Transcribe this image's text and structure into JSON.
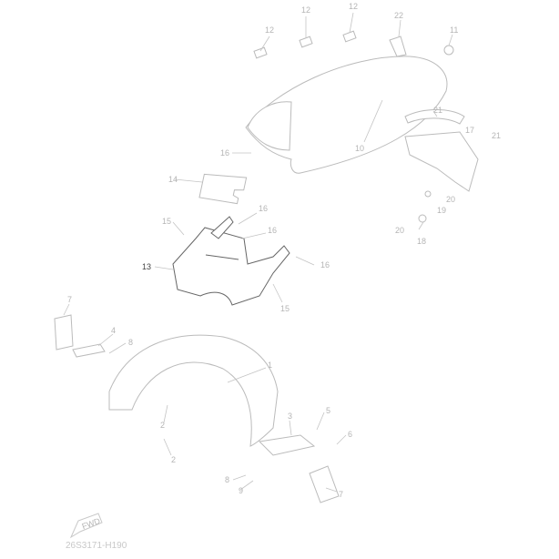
{
  "diagram": {
    "drawing_code": "26S3171-H190",
    "fwd_label": "FWD",
    "callouts": [
      {
        "id": "c12a",
        "text": "12"
      },
      {
        "id": "c12b",
        "text": "12"
      },
      {
        "id": "c12c",
        "text": "12"
      },
      {
        "id": "c22",
        "text": "22"
      },
      {
        "id": "c11",
        "text": "11"
      },
      {
        "id": "c10",
        "text": "10"
      },
      {
        "id": "c16a",
        "text": "16"
      },
      {
        "id": "c21a",
        "text": "21"
      },
      {
        "id": "c17",
        "text": "17"
      },
      {
        "id": "c21b",
        "text": "21"
      },
      {
        "id": "c20a",
        "text": "20"
      },
      {
        "id": "c19",
        "text": "19"
      },
      {
        "id": "c20b",
        "text": "20"
      },
      {
        "id": "c18",
        "text": "18"
      },
      {
        "id": "c14",
        "text": "14"
      },
      {
        "id": "c15a",
        "text": "15"
      },
      {
        "id": "c16b",
        "text": "16"
      },
      {
        "id": "c16c",
        "text": "16"
      },
      {
        "id": "c16d",
        "text": "16"
      },
      {
        "id": "c13",
        "text": "13"
      },
      {
        "id": "c15b",
        "text": "15"
      },
      {
        "id": "c7a",
        "text": "7"
      },
      {
        "id": "c4",
        "text": "4"
      },
      {
        "id": "c8a",
        "text": "8"
      },
      {
        "id": "c1",
        "text": "1"
      },
      {
        "id": "c2a",
        "text": "2"
      },
      {
        "id": "c2b",
        "text": "2"
      },
      {
        "id": "c3",
        "text": "3"
      },
      {
        "id": "c5",
        "text": "5"
      },
      {
        "id": "c6",
        "text": "6"
      },
      {
        "id": "c8b",
        "text": "8"
      },
      {
        "id": "c9",
        "text": "9"
      },
      {
        "id": "c7b",
        "text": "7"
      }
    ]
  }
}
